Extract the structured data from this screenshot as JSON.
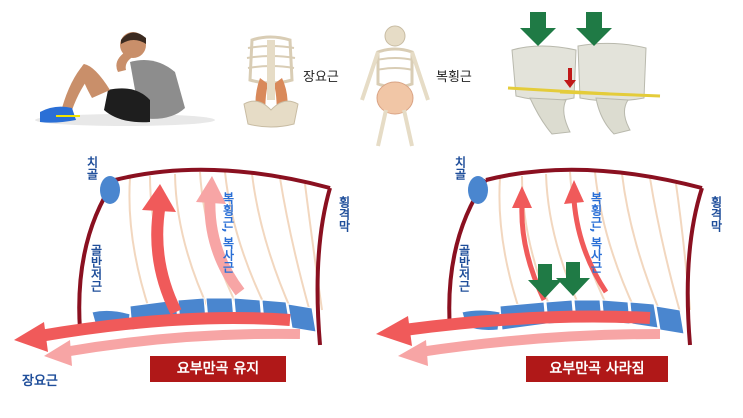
{
  "top_labels": {
    "psoas": "장요근",
    "transversus": "복횡근"
  },
  "left_diagram": {
    "label_pubis": "치골",
    "label_pelvic_floor": "골반저근",
    "label_oblique": "복횡근, 복사근",
    "label_diaphragm": "횡격막",
    "label_psoas": "장요근",
    "banner": "요부만곡 유지"
  },
  "right_diagram": {
    "label_pubis": "치골",
    "label_pelvic_floor": "골반저근",
    "label_oblique": "복횡근, 복사근",
    "label_diaphragm": "횡격막",
    "banner": "요부만곡 사라짐"
  },
  "colors": {
    "outline": "#8a1020",
    "arrow": "#f05a5a",
    "arrow_light": "#f7a5a5",
    "vertebra": "#4a86cf",
    "rib": "#f2d7bf",
    "banner": "#b01818",
    "down_arrow": "#1f7a45"
  }
}
